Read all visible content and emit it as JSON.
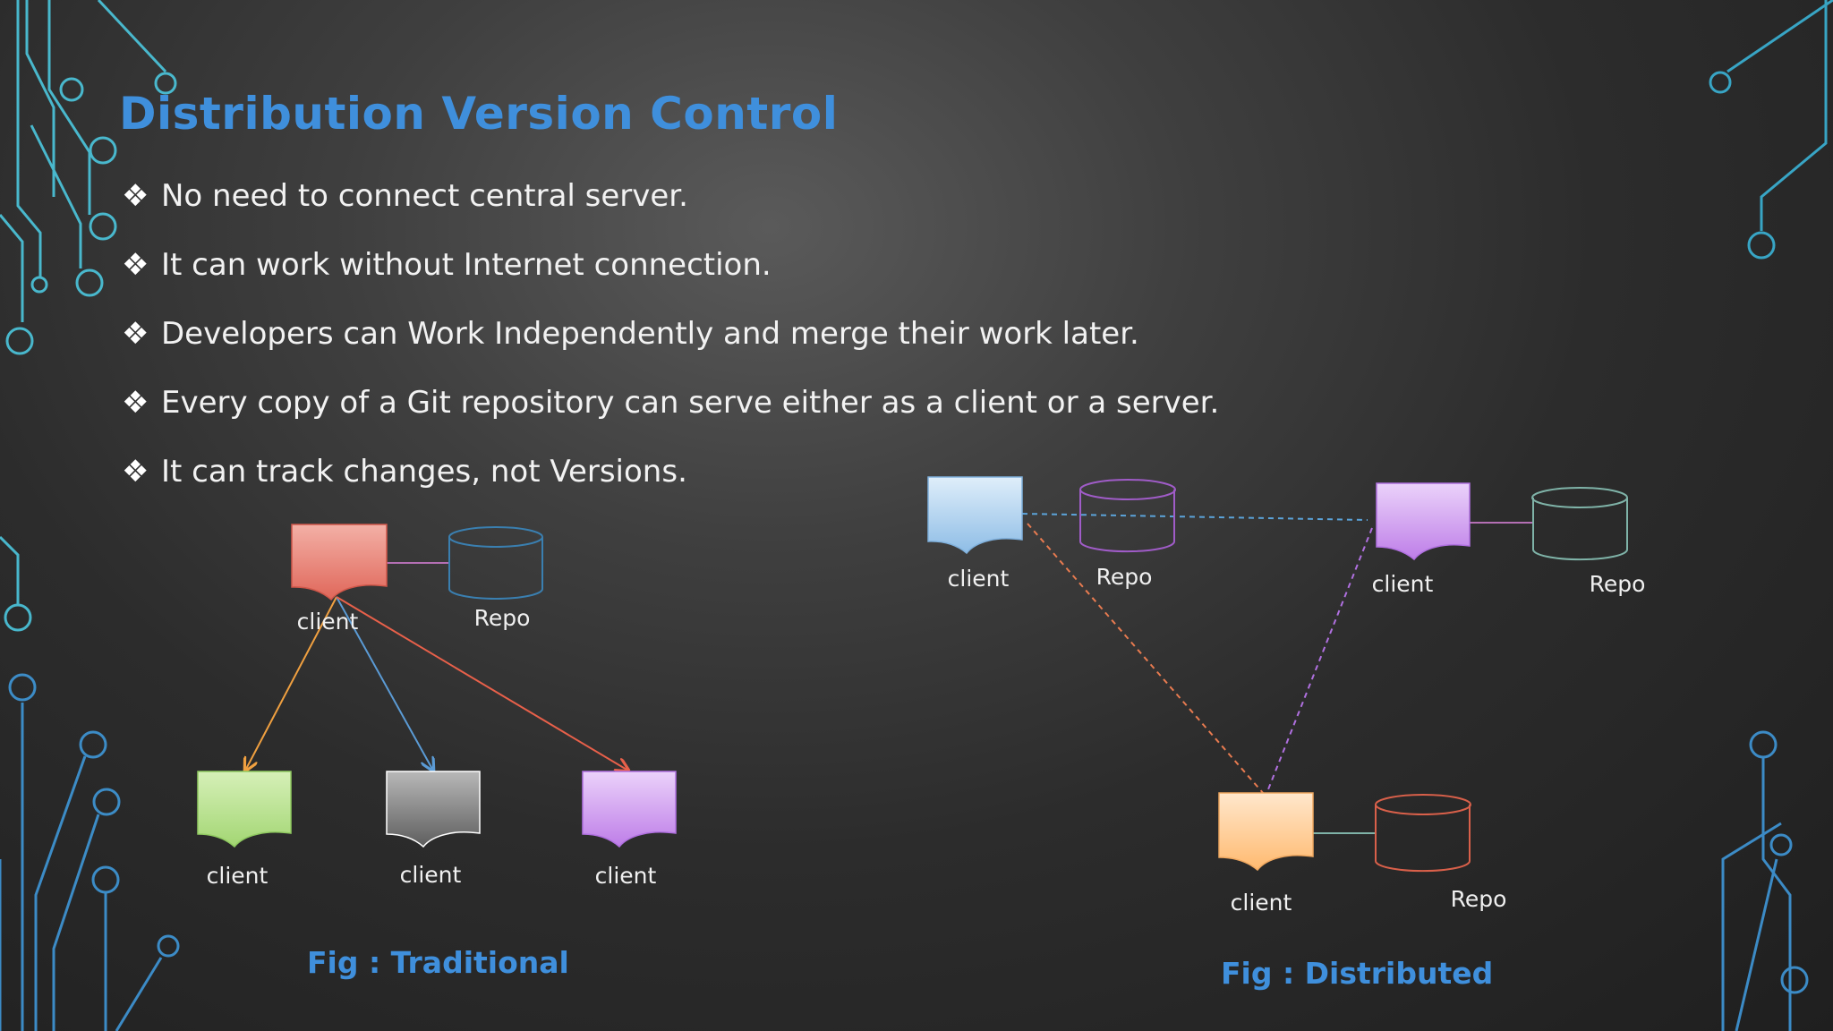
{
  "slide": {
    "title": "Distribution Version Control",
    "bullet_marker": "❖",
    "bullets": [
      "No need to connect central server.",
      "It can work without Internet connection.",
      "Developers can Work Independently and merge their work later.",
      "Every copy of a Git repository can serve either as a client or a server.",
      "It can track changes, not Versions."
    ]
  },
  "traditional": {
    "caption": "Fig : Traditional",
    "central_client_label": "client",
    "central_repo_label": "Repo",
    "clients": [
      "client",
      "client",
      "client"
    ]
  },
  "distributed": {
    "caption": "Fig : Distributed",
    "node_a_client": "client",
    "node_a_repo": "Repo",
    "node_b_client": "client",
    "node_b_repo": "Repo",
    "node_c_client": "client",
    "node_c_repo": "Repo"
  },
  "colors": {
    "title": "#3f8fdc",
    "circuit": "#4fb3d9",
    "doc_red": "#e8847a",
    "doc_green": "#b5e08a",
    "doc_gray": "#8a8a8a",
    "doc_purple": "#cf9ef0",
    "doc_blue": "#9ec6ea",
    "doc_orange": "#ffc98e"
  }
}
